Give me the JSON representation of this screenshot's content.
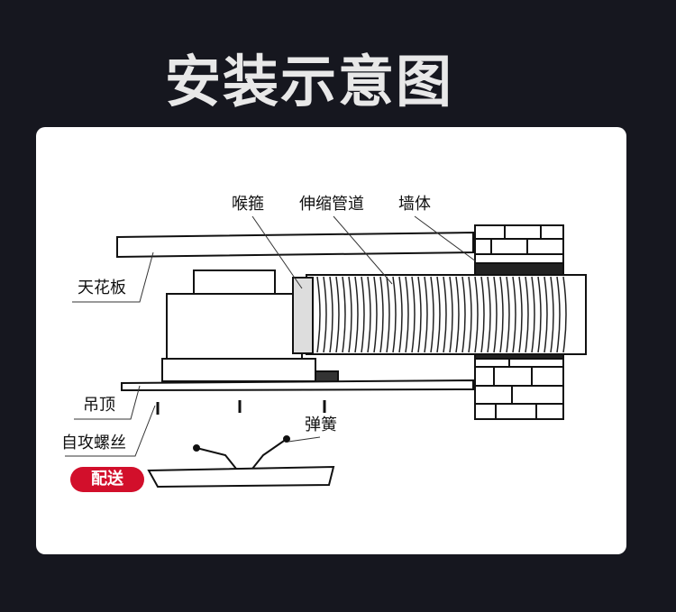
{
  "title": "安装示意图",
  "labels": {
    "clamp": "喉箍",
    "duct": "伸缩管道",
    "wall": "墙体",
    "ceiling_board": "天花板",
    "suspended_ceiling": "吊顶",
    "screws": "自攻螺丝",
    "spring": "弹簧"
  },
  "badge": "配送",
  "colors": {
    "background": "#16171f",
    "badge": "#d20f2b"
  }
}
